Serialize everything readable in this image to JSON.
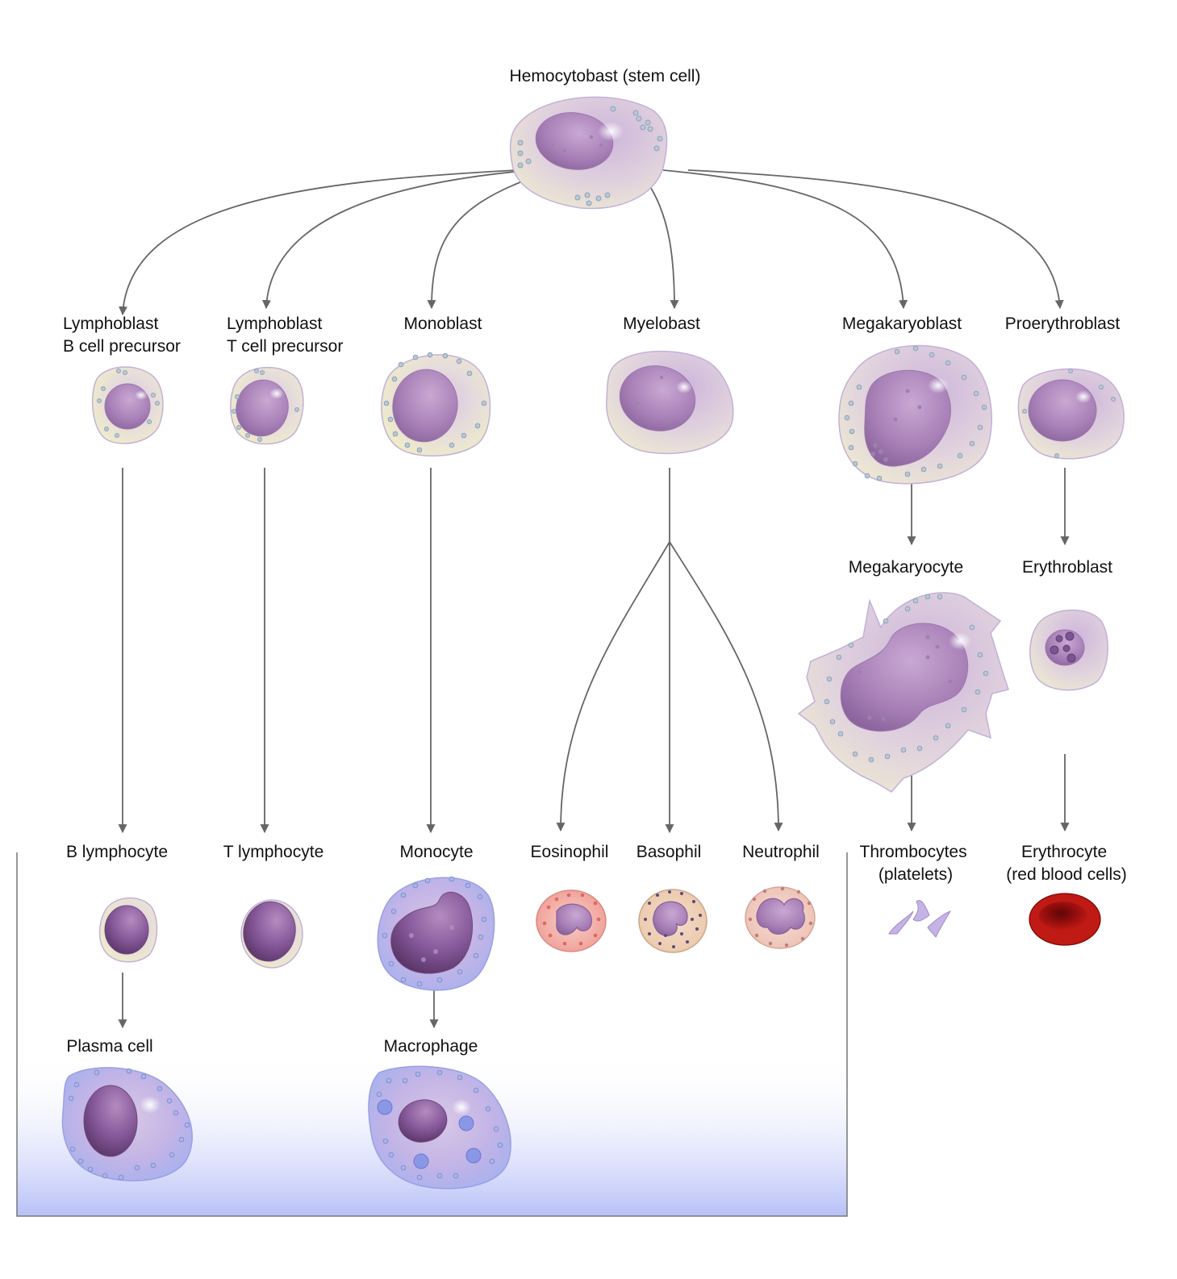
{
  "title": "Hemocytobast (stem cell)",
  "labels": {
    "lymphoblast_b": [
      "Lymphoblast",
      "B cell precursor"
    ],
    "lymphoblast_t": [
      "Lymphoblast",
      "T cell precursor"
    ],
    "monoblast": [
      "Monoblast"
    ],
    "myelobast": [
      "Myelobast"
    ],
    "megakaryoblast": [
      "Megakaryoblast"
    ],
    "proerythroblast": [
      "Proerythroblast"
    ],
    "megakaryocyte": [
      "Megakaryocyte"
    ],
    "erythroblast": [
      "Erythroblast"
    ],
    "b_lymphocyte": [
      "B lymphocyte"
    ],
    "t_lymphocyte": [
      "T lymphocyte"
    ],
    "monocyte": [
      "Monocyte"
    ],
    "eosinophil": [
      "Eosinophil"
    ],
    "basophil": [
      "Basophil"
    ],
    "neutrophil": [
      "Neutrophil"
    ],
    "thrombocytes": [
      "Thrombocytes",
      "(platelets)"
    ],
    "erythrocyte": [
      "Erythrocyte",
      "(red blood cells)"
    ],
    "plasma_cell": [
      "Plasma cell"
    ],
    "macrophage": [
      "Macrophage"
    ]
  },
  "colors": {
    "arrow": "#666666",
    "cytoplasm_cream": "#ede9cf",
    "cytoplasm_purple": "#c9b2d8",
    "cytoplasm_blue": "#aeb5ee",
    "nucleus": "#a77fb6",
    "nucleus_dark": "#6e4a7d",
    "granule": "#9fb0c5",
    "eosin_pink": "#f2a8a0",
    "erythrocyte_red": "#a50d0d",
    "panel_border": "#777777",
    "panel_gradient_top": "#ffffff",
    "panel_gradient_bottom": "#b7c0f7"
  }
}
